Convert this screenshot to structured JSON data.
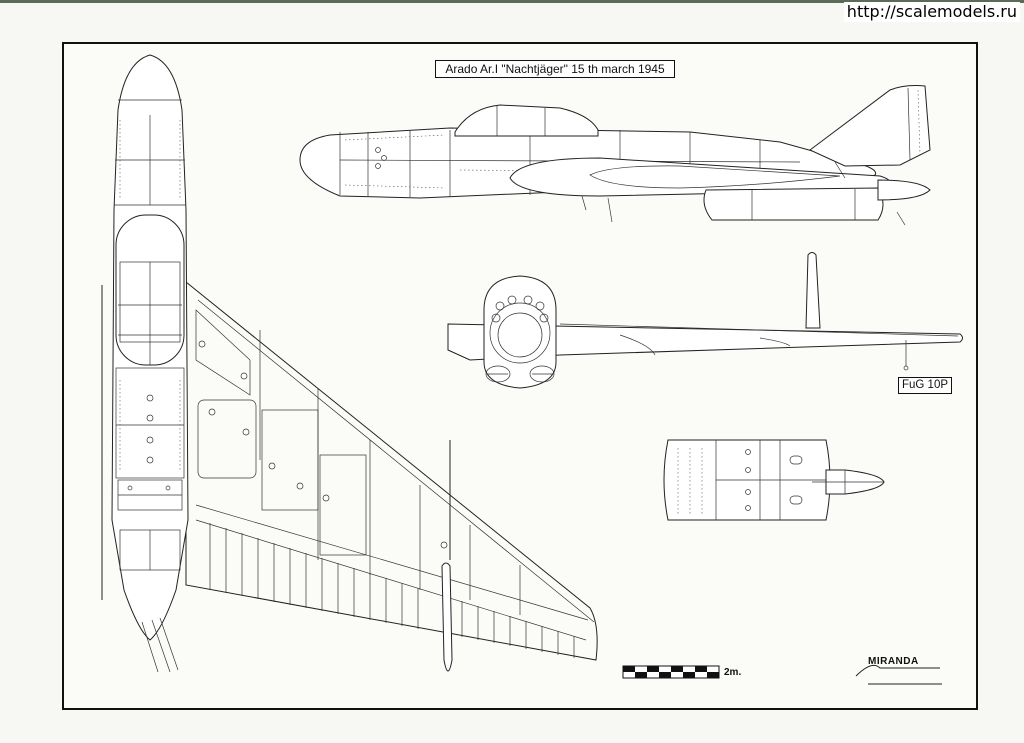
{
  "watermark": "http://scalemodels.ru",
  "drawing": {
    "title": "Arado Ar.I \"Nachtjäger\" 15 th march 1945",
    "callout": "FuG 10P",
    "scale_label": "2m.",
    "signature": "MIRANDA"
  },
  "colors": {
    "ink": "#222222",
    "paper": "#fbfbf8",
    "frame": "#111111"
  }
}
